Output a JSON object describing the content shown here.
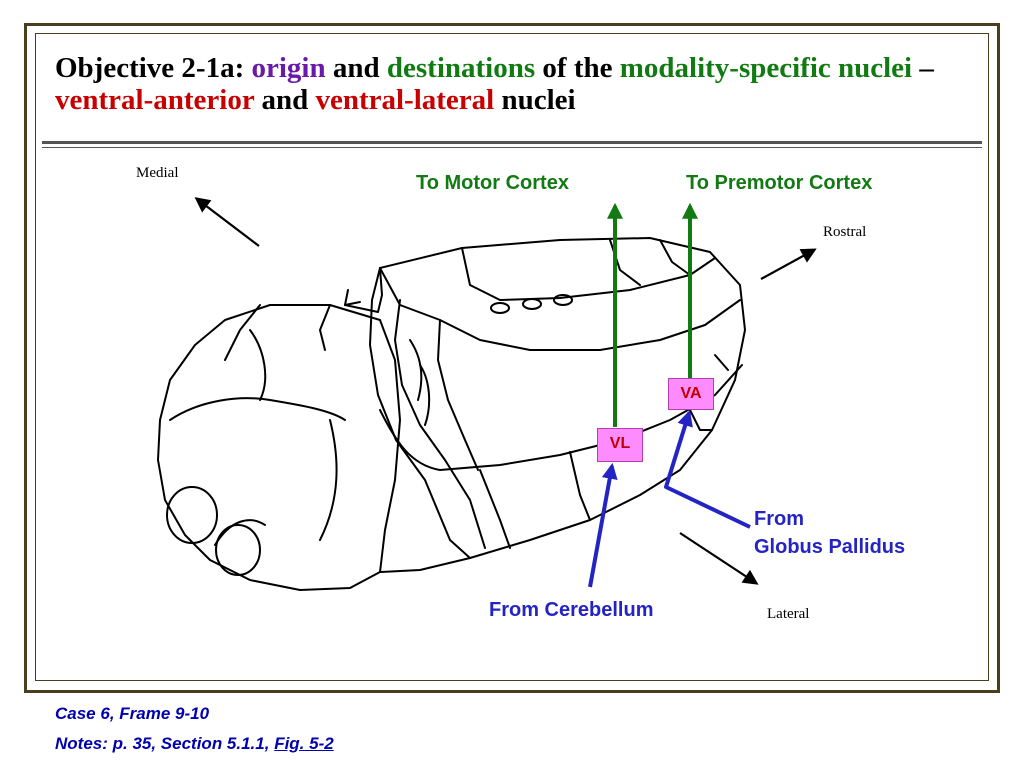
{
  "title": {
    "part1": "Objective 2-1a: ",
    "part2": "origin",
    "part3": " and ",
    "part4": "destinations",
    "part5": " of the ",
    "part6": "modality-specific nuclei",
    "part7": " – ",
    "part8": "ventral-anterior",
    "part9": " and ",
    "part10": "ventral-lateral",
    "part11": " nuclei",
    "colors": {
      "black": "#000000",
      "purple": "#6a1aa8",
      "green": "#127a12",
      "red": "#c80000"
    }
  },
  "directions": {
    "medial": "Medial",
    "rostral": "Rostral",
    "lateral": "Lateral"
  },
  "pathways": {
    "to_motor_cortex": "To Motor Cortex",
    "to_premotor_cortex": "To Premotor Cortex",
    "from_cerebellum": "From Cerebellum",
    "from_globus_line1": "From",
    "from_globus_line2": "Globus Pallidus",
    "output_color": "#127a12",
    "input_color": "#2424c4"
  },
  "nuclei": {
    "vl": "VL",
    "va": "VA",
    "box_color": "#ff8cff",
    "text_color": "#c00000"
  },
  "footer": {
    "line1": "Case 6, Frame 9-10",
    "line2_prefix": "Notes: p. 35, Section 5.1.1, ",
    "line2_link": "Fig. 5-2"
  }
}
